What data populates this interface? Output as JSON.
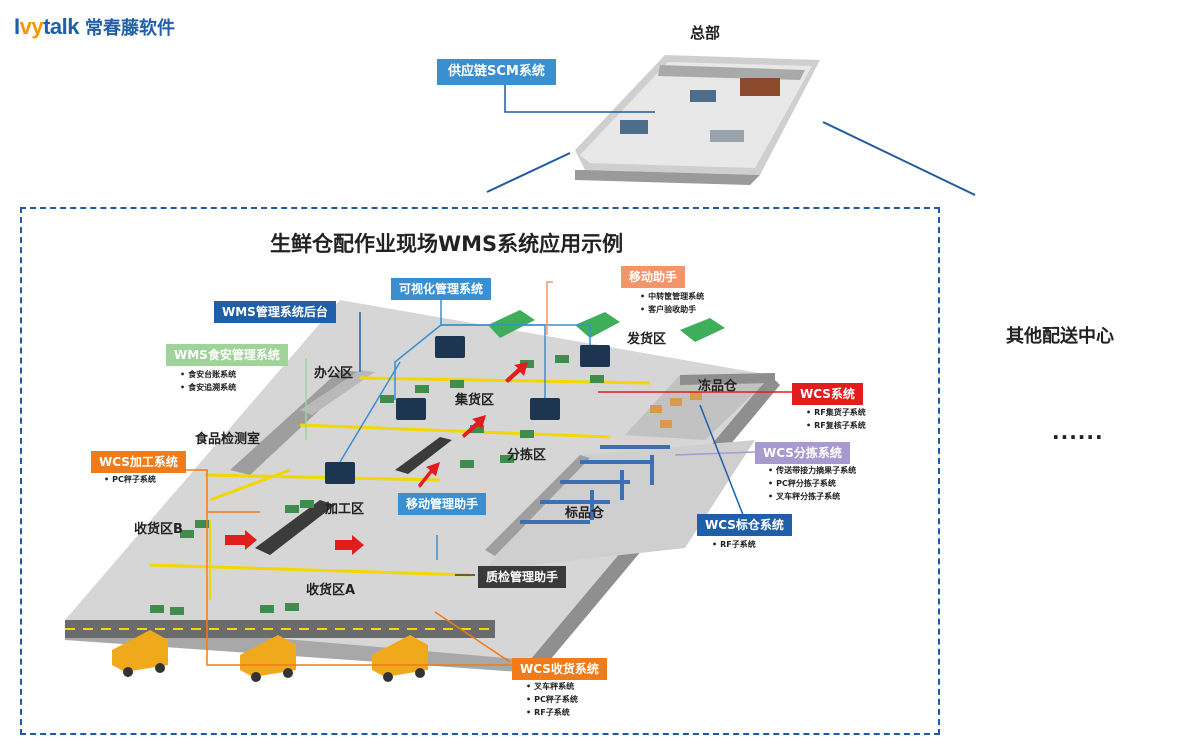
{
  "logo": {
    "mark_a": "I",
    "mark_b": "vy",
    "mark_c": "talk",
    "cn": "常春藤软件"
  },
  "headquarters": {
    "label": "总部",
    "scm_button": "供应链SCM系统"
  },
  "right_side": {
    "other_centers": "其他配送中心",
    "ellipsis": "......"
  },
  "main_title": "生鲜仓配作业现场WMS系统应用示例",
  "systems": {
    "visual": "可视化管理系统",
    "wms_backend": "WMS管理系统后台",
    "wms_food": {
      "title": "WMS食安管理系统",
      "items": [
        "食安台账系统",
        "食安追溯系统"
      ]
    },
    "mobile": {
      "title": "移动助手",
      "items": [
        "中转筐管理系统",
        "客户验收助手"
      ]
    },
    "wcs_main": {
      "title": "WCS系统",
      "items": [
        "RF集货子系统",
        "RF复核子系统"
      ]
    },
    "wcs_sort": {
      "title": "WCS分拣系统",
      "items": [
        "传送带接力摘果子系统",
        "PC秤分拣子系统",
        "叉车秤分拣子系统"
      ]
    },
    "wcs_label": {
      "title": "WCS标仓系统",
      "items": [
        "RF子系统"
      ]
    },
    "wcs_process": {
      "title": "WCS加工系统",
      "items": [
        "PC秤子系统"
      ]
    },
    "mobile_mgmt": "移动管理助手",
    "qc": "质检管理助手",
    "wcs_receive": {
      "title": "WCS收货系统",
      "items": [
        "叉车秤系统",
        "PC秤子系统",
        "RF子系统"
      ]
    }
  },
  "zones": {
    "office": "办公区",
    "food_lab": "食品检测室",
    "shipping": "发货区",
    "collect": "集货区",
    "frozen": "冻品仓",
    "sorting": "分拣区",
    "processing": "加工区",
    "standard": "标品仓",
    "receive_b": "收货区B",
    "receive_a": "收货区A"
  },
  "colors": {
    "brand_blue": "#1f5fa8",
    "light_blue": "#3a8fd0",
    "orange": "#f07b1a",
    "red": "#e21d1d",
    "purple": "#a69ad0",
    "green": "#9fd39a",
    "floor": "#d9d9d9",
    "yellow_line": "#f2d600"
  }
}
